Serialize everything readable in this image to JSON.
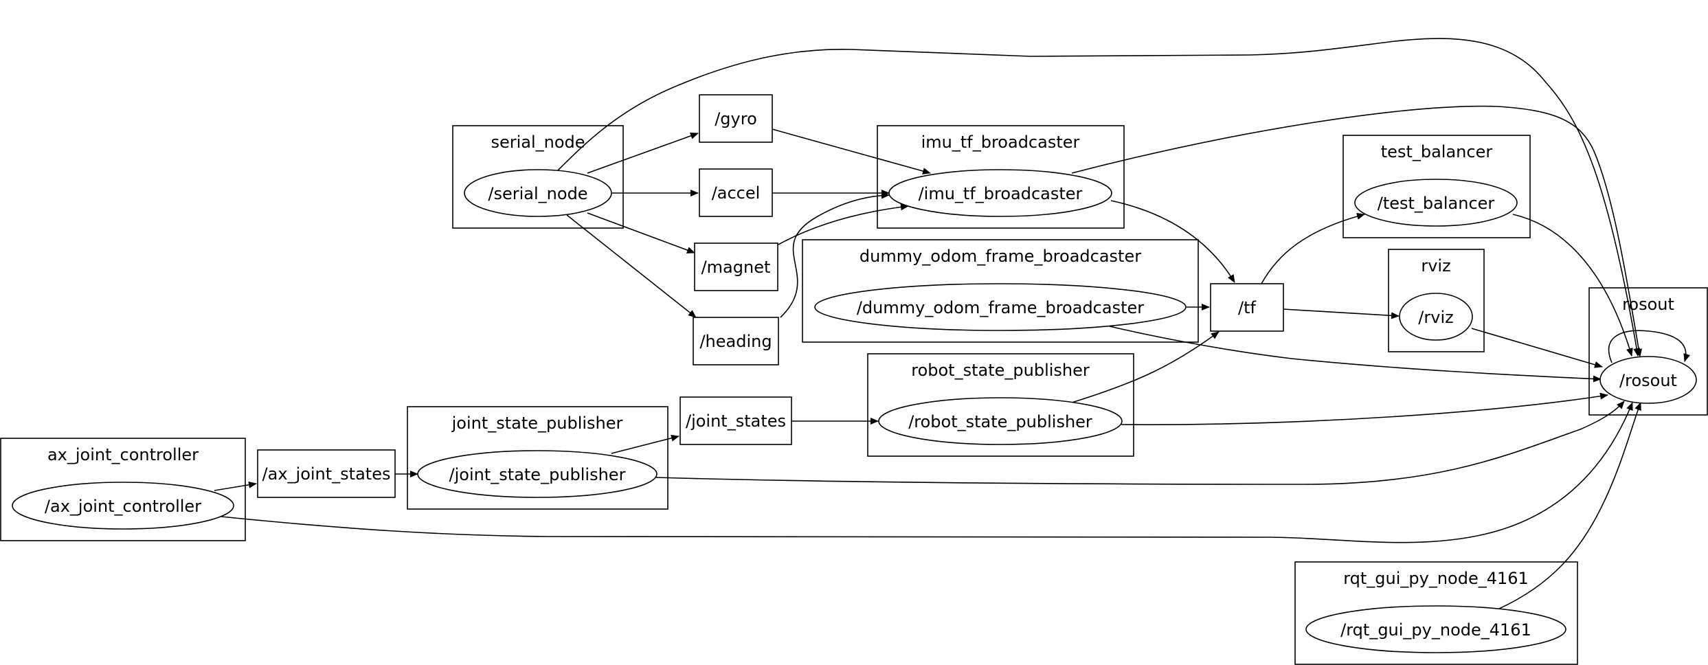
{
  "groups": {
    "serial_node": "serial_node",
    "imu_tf_broadcaster": "imu_tf_broadcaster",
    "test_balancer": "test_balancer",
    "dummy_odom_frame_broadcaster": "dummy_odom_frame_broadcaster",
    "rviz": "rviz",
    "rosout": "rosout",
    "robot_state_publisher": "robot_state_publisher",
    "joint_state_publisher": "joint_state_publisher",
    "ax_joint_controller": "ax_joint_controller",
    "rqt_gui_py_node_4161": "rqt_gui_py_node_4161"
  },
  "nodes": {
    "serial_node": "/serial_node",
    "imu_tf_broadcaster": "/imu_tf_broadcaster",
    "test_balancer": "/test_balancer",
    "dummy_odom_frame_broadcaster": "/dummy_odom_frame_broadcaster",
    "rviz": "/rviz",
    "rosout": "/rosout",
    "robot_state_publisher": "/robot_state_publisher",
    "joint_state_publisher": "/joint_state_publisher",
    "ax_joint_controller": "/ax_joint_controller",
    "rqt_gui_py_node_4161": "/rqt_gui_py_node_4161"
  },
  "topics": {
    "gyro": "/gyro",
    "accel": "/accel",
    "magnet": "/magnet",
    "heading": "/heading",
    "tf": "/tf",
    "joint_states": "/joint_states",
    "ax_joint_states": "/ax_joint_states"
  },
  "style": {
    "stroke": "#000000",
    "background": "#ffffff"
  }
}
